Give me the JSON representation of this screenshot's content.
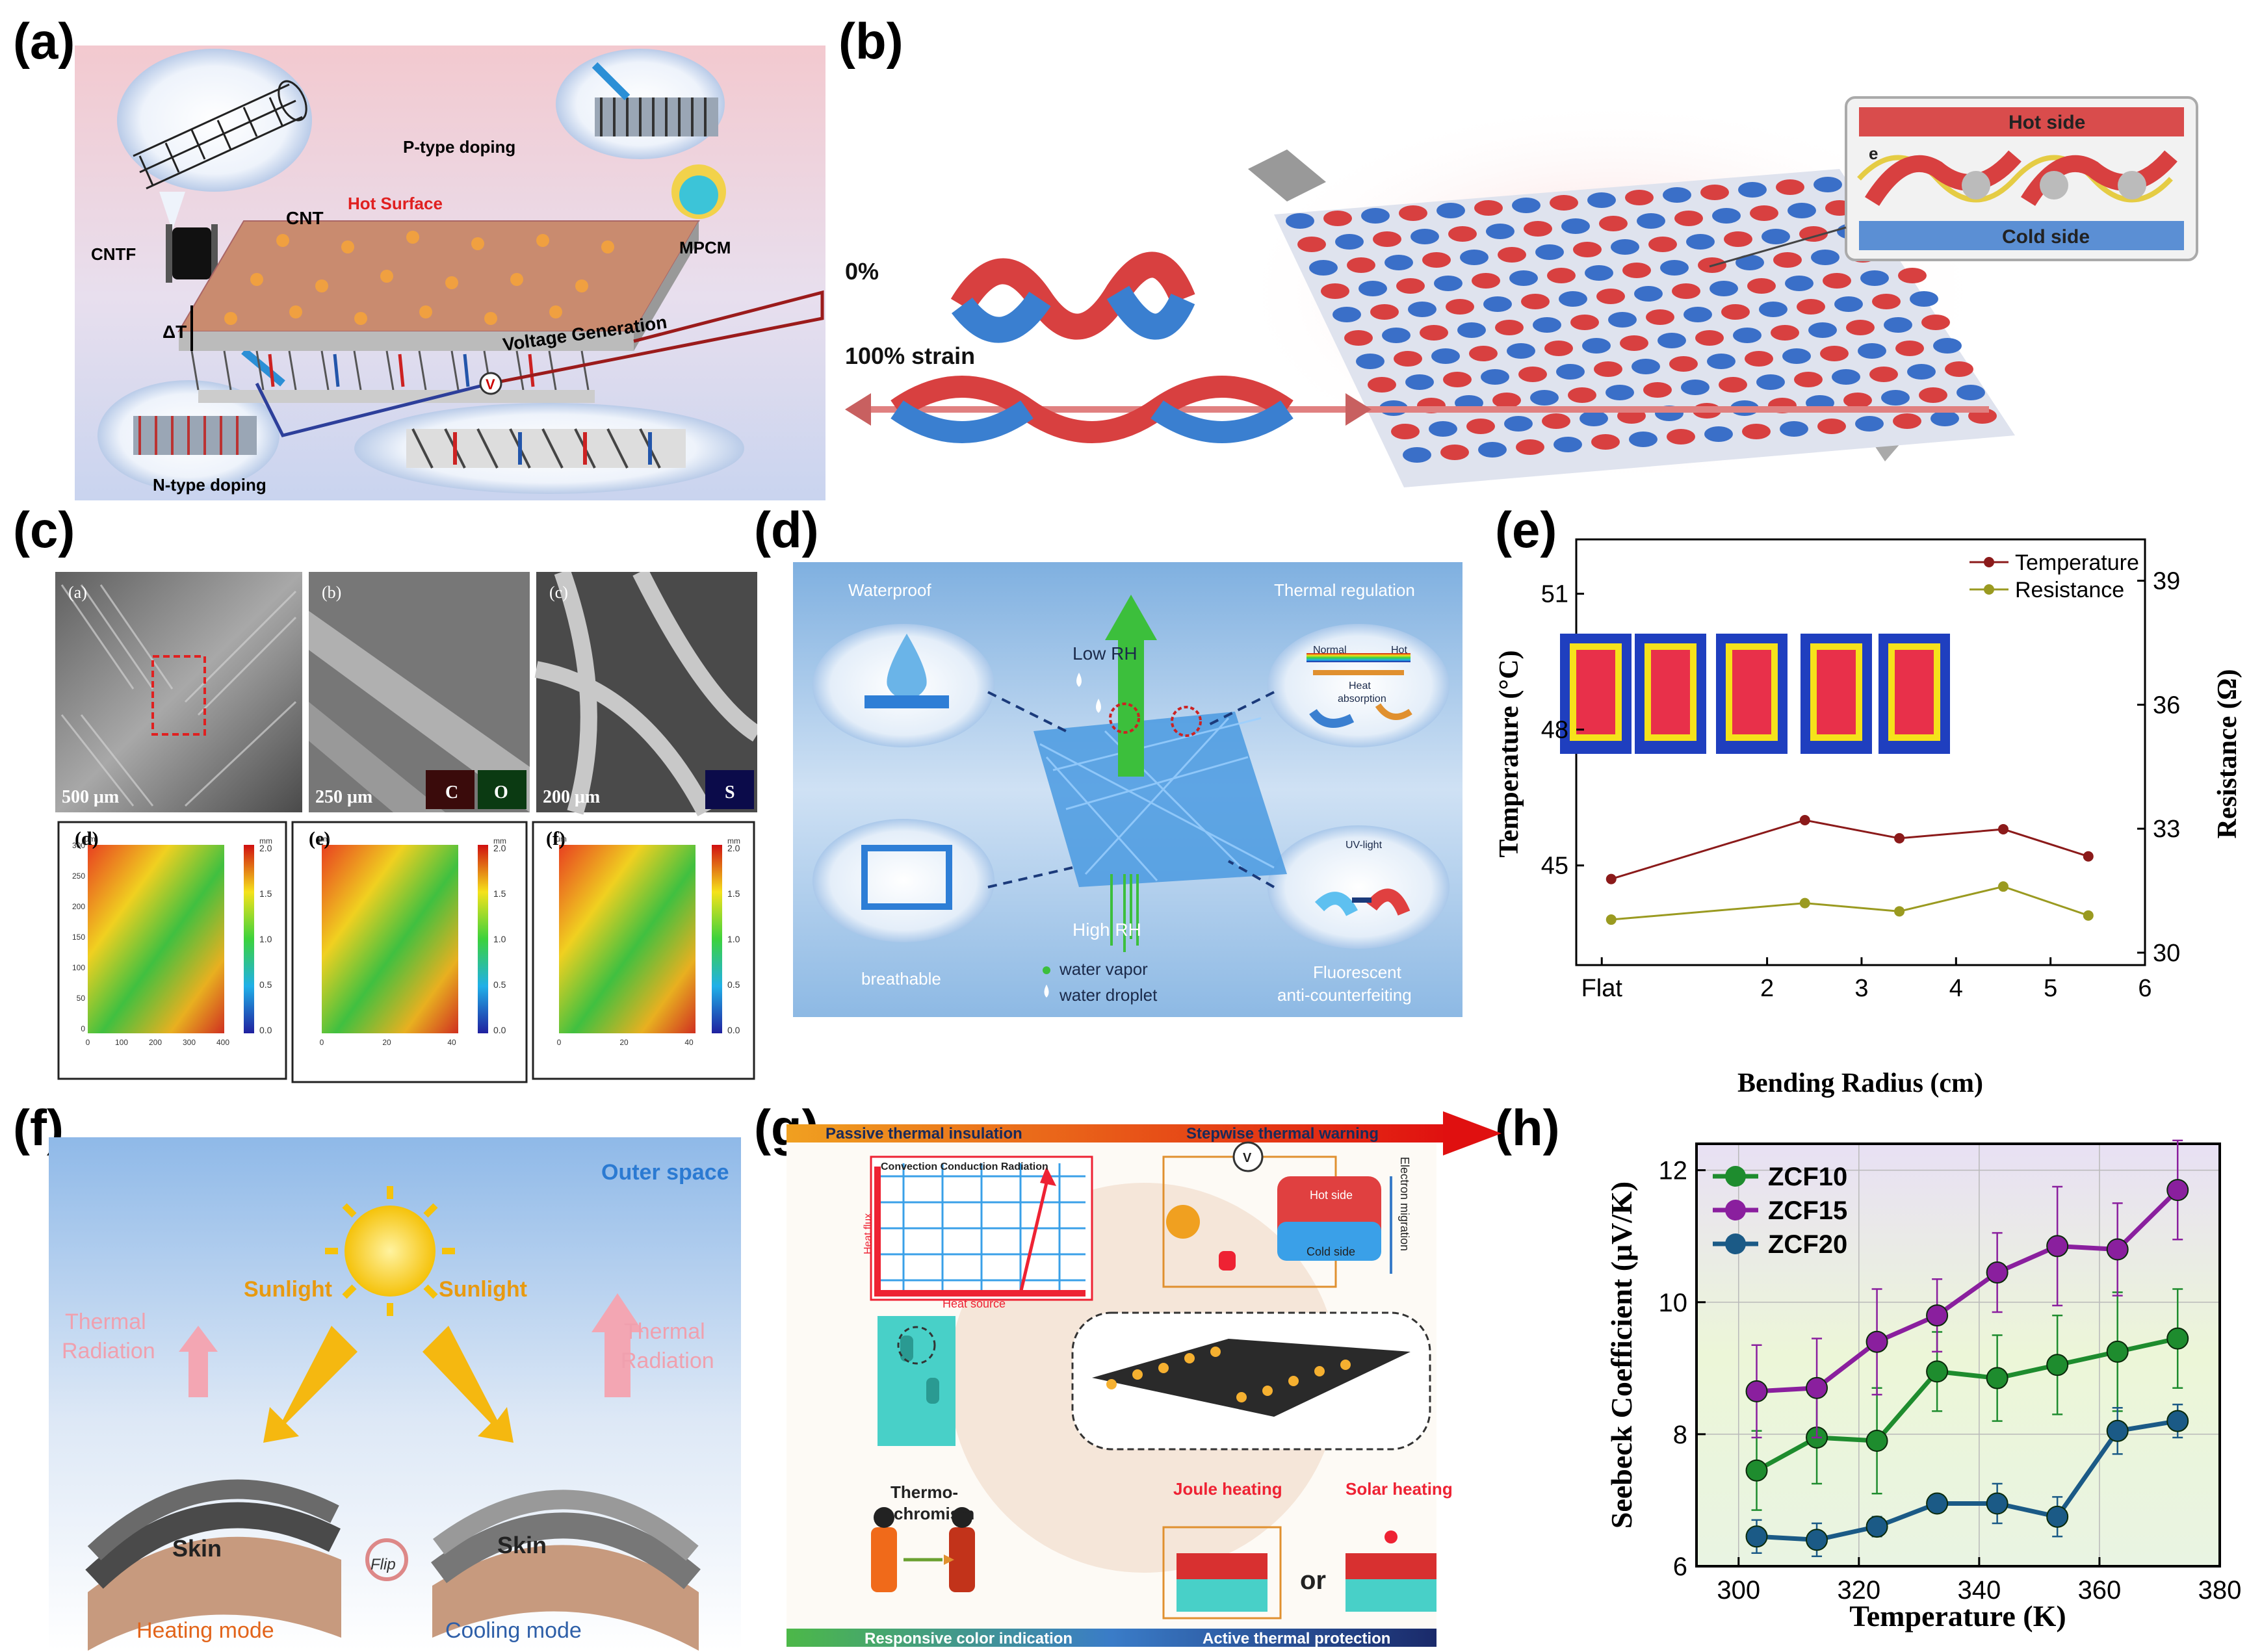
{
  "labels": {
    "a": "(a)",
    "b": "(b)",
    "c": "(c)",
    "d": "(d)",
    "e": "(e)",
    "f": "(f)",
    "g": "(g)",
    "h": "(h)"
  },
  "panel_a": {
    "cnt": "CNT",
    "cntf": "CNTF",
    "ptype": "P-type doping",
    "ntype": "N-type doping",
    "hot": "Hot Surface",
    "mpcm": "MPCM",
    "dt": "ΔT",
    "voltage": "Voltage Generation",
    "v": "V"
  },
  "panel_b": {
    "zero": "0%",
    "strain": "100% strain",
    "hot_side": "Hot side",
    "cold_side": "Cold side",
    "e": "e"
  },
  "panel_c": {
    "sub_a": "(a)",
    "sub_b": "(b)",
    "sub_c": "(c)",
    "sub_d": "(d)",
    "sub_e": "(e)",
    "sub_f": "(f)",
    "scale_a": "500 μm",
    "scale_b": "250 μm",
    "scale_c": "200 μm",
    "el_c": "C",
    "el_o": "O",
    "el_s": "S",
    "unit": "mm",
    "um": "μm",
    "ticks_cb": [
      "2.0",
      "1.5",
      "1.0",
      "0.5",
      "0.0"
    ],
    "ticks_dy": [
      "300",
      "250",
      "200",
      "150",
      "100",
      "50",
      "0"
    ],
    "ticks_dx": [
      "0",
      "100",
      "200",
      "300",
      "400"
    ],
    "ticks_ex": [
      "0",
      "20",
      "40"
    ],
    "ticks_fx": [
      "0",
      "20",
      "40"
    ]
  },
  "panel_d": {
    "waterproof": "Waterproof",
    "thermal": "Thermal regulation",
    "breathable": "breathable",
    "fluor1": "Fluorescent",
    "fluor2": "anti-counterfeiting",
    "low_rh": "Low RH",
    "high_rh": "High RH",
    "vapor": "water vapor",
    "droplet": "water droplet",
    "normal": "Normal",
    "hot": "Hot",
    "heat_abs1": "Heat",
    "heat_abs2": "absorption",
    "uv": "UV-light"
  },
  "panel_e": {
    "legend": [
      "Temperature",
      "Resistance"
    ],
    "xlabel": "Bending Radius (cm)",
    "ylabel_left": "Temperature (°C)",
    "ylabel_right": "Resistance (Ω)"
  },
  "panel_f": {
    "outer": "Outer space",
    "sun1": "Sunlight",
    "sun2": "Sunlight",
    "tr1a": "Thermal",
    "tr1b": "Radiation",
    "tr2a": "Thermal",
    "tr2b": "Radiation",
    "skin1": "Skin",
    "skin2": "Skin",
    "flip": "Flip",
    "heat": "Heating mode",
    "cool": "Cooling mode"
  },
  "panel_g": {
    "passive": "Passive thermal insulation",
    "stepwise": "Stepwise thermal warning",
    "ccr": "Convection Conduction Radiation",
    "heat_flux": "Heat flux",
    "heat_source": "Heat source",
    "v": "V",
    "hot_side": "Hot side",
    "cold_side": "Cold side",
    "electron": "Electron migration",
    "thermo1": "Thermo-",
    "thermo2": "chromism",
    "joule": "Joule heating",
    "or": "or",
    "solar": "Solar heating",
    "responsive": "Responsive color indication",
    "active": "Active thermal protection"
  },
  "chart_data": [
    {
      "type": "line",
      "panel": "e",
      "x_ticks": [
        "Flat",
        "2",
        "3",
        "4",
        "5",
        "6"
      ],
      "x": [
        "Flat",
        2.4,
        3.4,
        4.5,
        5.4
      ],
      "xlabel": "Bending Radius (cm)",
      "ylabel": "Temperature (°C)",
      "y2label": "Resistance (Ω)",
      "ylim": [
        42.8,
        52.2
      ],
      "y_ticks": [
        45,
        48,
        51
      ],
      "y2lim": [
        29.7,
        40.0
      ],
      "y2_ticks": [
        30,
        33,
        36,
        39
      ],
      "legend_position": "top-right",
      "series": [
        {
          "name": "Temperature",
          "axis": "left",
          "color": "#8b1a1a",
          "values": [
            44.7,
            46.0,
            45.6,
            45.8,
            45.2
          ]
        },
        {
          "name": "Resistance",
          "axis": "right",
          "color": "#9a9a20",
          "values": [
            30.8,
            31.2,
            31.0,
            31.6,
            30.9
          ]
        }
      ]
    },
    {
      "type": "line",
      "panel": "h",
      "xlabel": "Temperature (K)",
      "ylabel": "Seebeck Coefficient (μV/K)",
      "xlim": [
        293,
        380
      ],
      "x_ticks": [
        300,
        320,
        340,
        360,
        380
      ],
      "ylim": [
        6,
        12.4
      ],
      "y_ticks": [
        6,
        8,
        10,
        12
      ],
      "grid": true,
      "legend_position": "top-left",
      "x": [
        303,
        313,
        323,
        333,
        343,
        353,
        363,
        373
      ],
      "series": [
        {
          "name": "ZCF10",
          "color": "#1e8c2e",
          "values": [
            7.45,
            7.95,
            7.9,
            8.95,
            8.85,
            9.05,
            9.25,
            9.45
          ],
          "error": [
            0.6,
            0.7,
            0.8,
            0.6,
            0.65,
            0.75,
            0.9,
            0.75
          ]
        },
        {
          "name": "ZCF15",
          "color": "#8a1f9e",
          "values": [
            8.65,
            8.7,
            9.4,
            9.8,
            10.45,
            10.85,
            10.8,
            11.7
          ],
          "error": [
            0.7,
            0.75,
            0.8,
            0.55,
            0.6,
            0.9,
            0.7,
            0.75
          ]
        },
        {
          "name": "ZCF20",
          "color": "#1b5a86",
          "values": [
            6.45,
            6.4,
            6.6,
            6.95,
            6.95,
            6.75,
            8.05,
            8.2
          ],
          "error": [
            0.25,
            0.25,
            0.15,
            0.1,
            0.3,
            0.3,
            0.35,
            0.25
          ]
        }
      ]
    }
  ]
}
